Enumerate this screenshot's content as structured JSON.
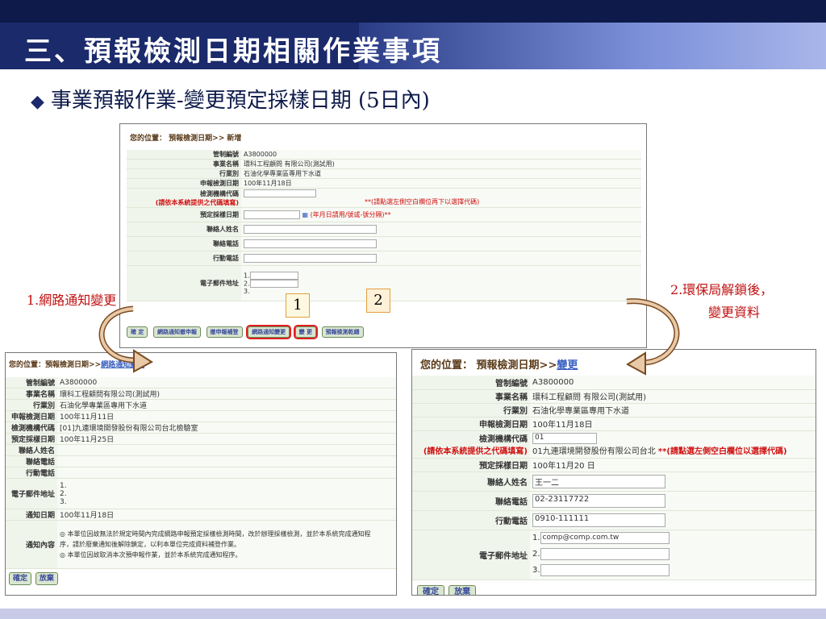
{
  "slide": {
    "title": "三、預報檢測日期相關作業事項",
    "bullet": "◆",
    "subtitle": "事業預報作業-變更預定採樣日期 (5日內)"
  },
  "annotations": {
    "left": "1.網路通知變更",
    "right_line1": "2.環保局解鎖後，",
    "right_line2": "變更資料",
    "step1": "1",
    "step2": "2"
  },
  "top_panel": {
    "breadcrumb_prefix": "您的位置：",
    "breadcrumb_page": "預報檢測日期>> 新增",
    "rows": {
      "control_no_label": "管制編號",
      "control_no": "A3800000",
      "company_label": "事業名稱",
      "company": "環科工程顧問 有限公司(測試用)",
      "industry_label": "行業別",
      "industry": "石油化學專業區專用下水道",
      "apply_date_label": "申報檢測日期",
      "apply_date": "100年11月18日",
      "lab_label1": "檢測機構代碼",
      "lab_label2": "(請依本系統提供之代碼填寫)",
      "lab_note": "**(請點選左側空白欄位再下以選擇代碼)",
      "sample_date_label": "預定採樣日期",
      "sample_note": "(年月日請用/號或-號分隔)**",
      "contact_label": "聯絡人姓名",
      "phone_label": "聯絡電話",
      "mobile_label": "行動電話",
      "email_label": "電子郵件地址",
      "e1": "1.",
      "e2": "2.",
      "e3": "3."
    },
    "buttons": [
      "確 定",
      "網路通知撤申報",
      "撤申報補登",
      "網路通知變更",
      "變 更",
      "預報檢測乾繕"
    ]
  },
  "bl_panel": {
    "breadcrumb_prefix": "您的位置：",
    "breadcrumb_page": "預報檢測日期>>",
    "breadcrumb_link": "網路通知變更",
    "rows": {
      "control_no_label": "管制編號",
      "control_no": "A3800000",
      "company_label": "事業名稱",
      "company": "環科工程顧問有限公司(測試用)",
      "industry_label": "行業別",
      "industry": "石油化學專業區專用下水道",
      "apply_date_label": "申報檢測日期",
      "apply_date": "100年11月11日",
      "lab_label": "檢測機構代碼",
      "lab": "[01]九連環境開發股份有限公司台北檢驗室",
      "sample_date_label": "預定採樣日期",
      "sample_date": "100年11月25日",
      "contact_label": "聯絡人姓名",
      "phone_label": "聯絡電話",
      "mobile_label": "行動電話",
      "email_label": "電子郵件地址",
      "e1": "1.",
      "e2": "2.",
      "e3": "3.",
      "notify_date_label": "通知日期",
      "notify_date": "100年11月18日",
      "notify_content_label": "通知內容",
      "opt1a": "◎ 本單位因故無法於規定時間內完成網路申報預定採樣檢測時間，改於辦理採樣檢測，並於本系統完成通知程",
      "opt1b": "序，請於廢棄通知後解除鎖定，以利本單位完成資料補登作業。",
      "opt2": "◎ 本單位因故取消本次預申報作業，並於本系統完成通知程序。"
    },
    "buttons": [
      "確定",
      "放棄"
    ]
  },
  "br_panel": {
    "breadcrumb_prefix": "您的位置：",
    "breadcrumb_page": "預報檢測日期>>",
    "breadcrumb_link": "變更",
    "rows": {
      "control_no_label": "管制編號",
      "control_no": "A3800000",
      "company_label": "事業名稱",
      "company": "環科工程顧問 有限公司(測試用)",
      "industry_label": "行業別",
      "industry": "石油化學專業區專用下水道",
      "apply_date_label": "申報檢測日期",
      "apply_date": "100年11月18日",
      "lab_label1": "檢測機構代碼",
      "lab_code": "01",
      "lab_label2": "(請依本系統提供之代碼填寫)",
      "lab_name": "01九連環境開發股份有限公司台北",
      "lab_note": "**(請點選左側空白欄位以選擇代碼)",
      "sample_date_label": "預定採樣日期",
      "sample_date": "100年11月20 日",
      "contact_label": "聯絡人姓名",
      "contact": "王一二",
      "phone_label": "聯絡電話",
      "phone": "02-23117722",
      "mobile_label": "行動電話",
      "mobile": "0910-111111",
      "email_label": "電子郵件地址",
      "e1": "1.",
      "e1v": "comp@comp.com.tw",
      "e2": "2.",
      "e3": "3."
    },
    "buttons": [
      "確定",
      "放棄"
    ]
  }
}
